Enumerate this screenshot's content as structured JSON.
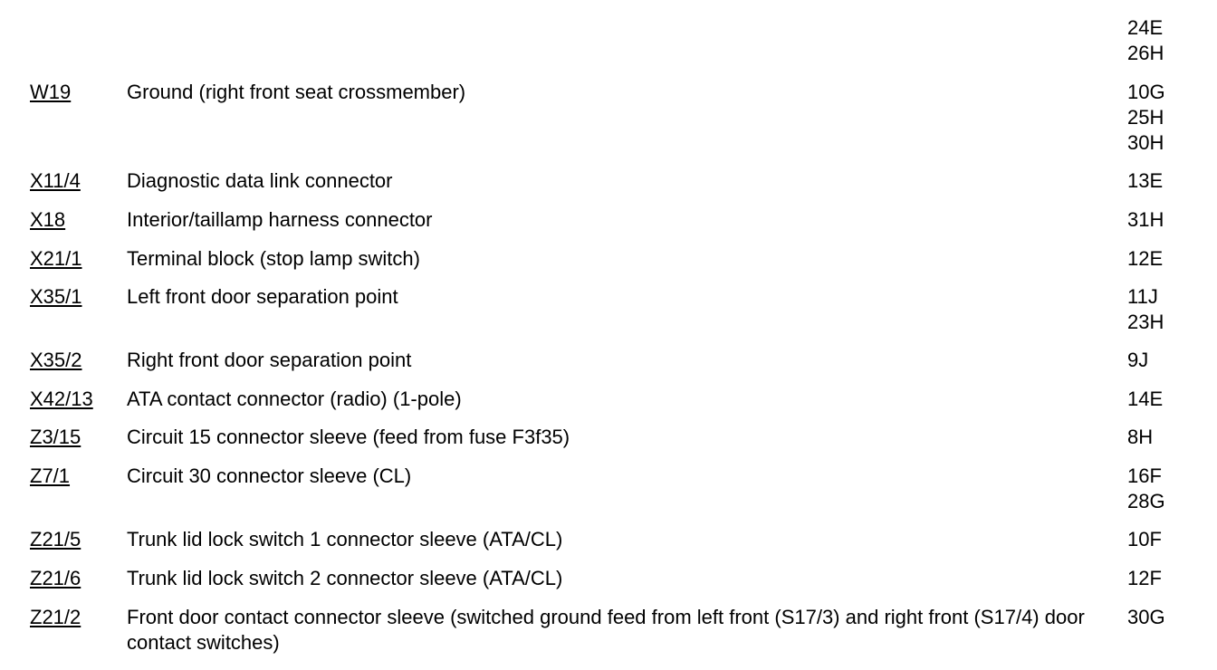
{
  "rows": [
    {
      "code": "",
      "description": "",
      "locations": [
        "24E",
        "26H"
      ]
    },
    {
      "code": "W19",
      "description": "Ground (right front seat crossmember)",
      "locations": [
        "10G",
        "25H",
        "30H"
      ]
    },
    {
      "code": "X11/4",
      "description": "Diagnostic data link connector",
      "locations": [
        "13E"
      ]
    },
    {
      "code": "X18",
      "description": "Interior/taillamp harness connector",
      "locations": [
        "31H"
      ]
    },
    {
      "code": "X21/1",
      "description": "Terminal block (stop lamp switch)",
      "locations": [
        "12E"
      ]
    },
    {
      "code": "X35/1",
      "description": "Left front door separation point",
      "locations": [
        "11J",
        "23H"
      ]
    },
    {
      "code": "X35/2",
      "description": "Right front door separation point",
      "locations": [
        "9J"
      ]
    },
    {
      "code": "X42/13",
      "description": "ATA contact connector (radio) (1-pole)",
      "locations": [
        "14E"
      ]
    },
    {
      "code": "Z3/15",
      "description": "Circuit 15 connector sleeve (feed from fuse F3f35)",
      "locations": [
        "8H"
      ]
    },
    {
      "code": "Z7/1",
      "description": "Circuit 30 connector sleeve (CL)",
      "locations": [
        "16F",
        "28G"
      ]
    },
    {
      "code": "Z21/5",
      "description": "Trunk lid lock switch 1 connector sleeve (ATA/CL)",
      "locations": [
        "10F"
      ]
    },
    {
      "code": "Z21/6",
      "description": "Trunk lid lock switch 2 connector sleeve (ATA/CL)",
      "locations": [
        "12F"
      ]
    },
    {
      "code": "Z21/2",
      "description": "Front door contact connector sleeve (switched ground feed from left front (S17/3) and right front (S17/4) door contact switches)",
      "locations": [
        "30G"
      ]
    }
  ]
}
